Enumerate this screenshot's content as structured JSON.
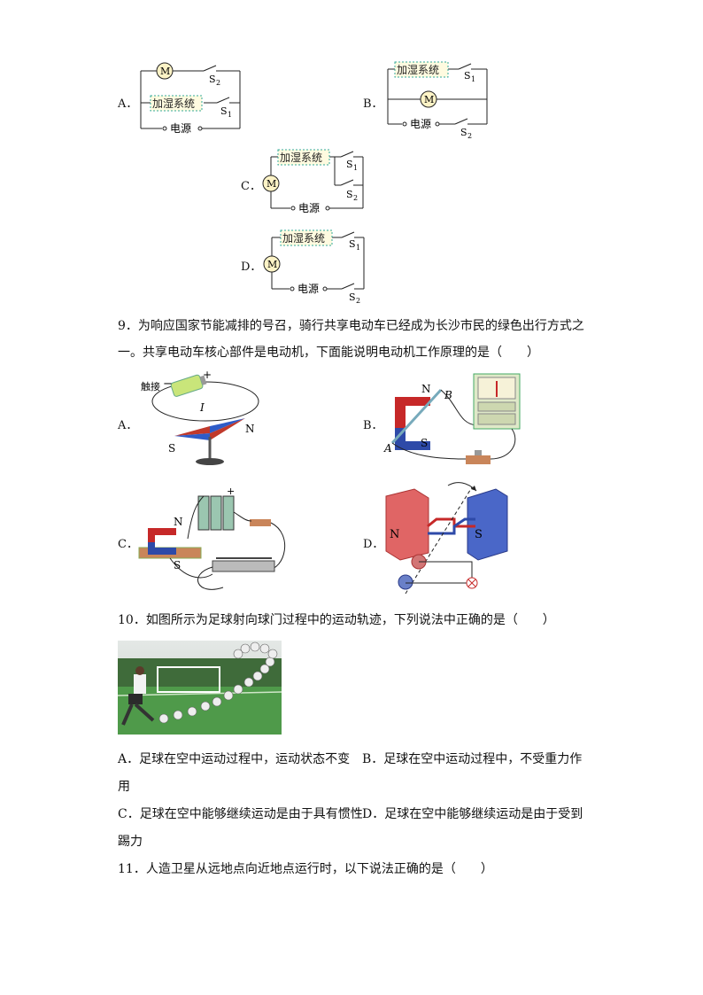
{
  "q8_circuits": {
    "A": {
      "label": "A．",
      "motor": "M",
      "humidifier": "加湿系统",
      "power": "电源",
      "s_top": "S",
      "s_top_sub": "2",
      "s_bottom": "S",
      "s_bottom_sub": "1"
    },
    "B": {
      "label": "B．",
      "motor": "M",
      "humidifier": "加湿系统",
      "power": "电源",
      "s_top": "S",
      "s_top_sub": "1",
      "s_bottom": "S",
      "s_bottom_sub": "2"
    },
    "C": {
      "label": "C．",
      "motor": "M",
      "humidifier": "加湿系统",
      "power": "电源",
      "s_top": "S",
      "s_top_sub": "1",
      "s_bottom": "S",
      "s_bottom_sub": "2"
    },
    "D": {
      "label": "D．",
      "motor": "M",
      "humidifier": "加湿系统",
      "power": "电源",
      "s_top": "S",
      "s_top_sub": "1",
      "s_bottom": "S",
      "s_bottom_sub": "2"
    }
  },
  "q9": {
    "line1": "9．为响应国家节能减排的号召，骑行共享电动车已经成为长沙市民的绿色出行方式之",
    "line2": "一。共享电动车核心部件是电动机，下面能说明电动机工作原理的是（　　）",
    "options": {
      "A": {
        "label": "A．",
        "touch": "触接",
        "minus": "−",
        "plus": "+",
        "current": "I",
        "north": "N",
        "south": "S"
      },
      "B": {
        "label": "B．",
        "north": "N",
        "south": "S",
        "a": "A",
        "b": "B"
      },
      "C": {
        "label": "C．",
        "north": "N",
        "south": "S",
        "plus": "+"
      },
      "D": {
        "label": "D．",
        "north": "N",
        "south": "S"
      }
    }
  },
  "q10": {
    "stem": "10．如图所示为足球射向球门过程中的运动轨迹，下列说法中正确的是（　　）",
    "optA": "A．足球在空中运动过程中，运动状态不变",
    "optB1": "B．足球在空中运动过程中，不受重力作",
    "optB2": "用",
    "optC": "C．足球在空中能够继续运动是由于具有惯性",
    "optD1": "D．足球在空中能够继续运动是由于受到",
    "optD2": "踢力"
  },
  "q11": {
    "stem": "11．人造卫星从远地点向近地点运行时，以下说法正确的是（　　）"
  }
}
